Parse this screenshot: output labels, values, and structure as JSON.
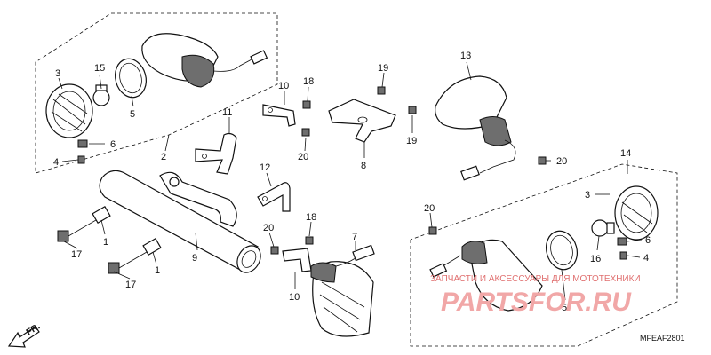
{
  "callouts": [
    {
      "key": "p15",
      "text": "15"
    },
    {
      "key": "p3a",
      "text": "3"
    },
    {
      "key": "p5a",
      "text": "5"
    },
    {
      "key": "p6a",
      "text": "6"
    },
    {
      "key": "p4a",
      "text": "4"
    },
    {
      "key": "p2",
      "text": "2"
    },
    {
      "key": "p10a",
      "text": "10"
    },
    {
      "key": "p18a",
      "text": "18"
    },
    {
      "key": "p11",
      "text": "11"
    },
    {
      "key": "p20a",
      "text": "20"
    },
    {
      "key": "p19a",
      "text": "19"
    },
    {
      "key": "p19b",
      "text": "19"
    },
    {
      "key": "p8",
      "text": "8"
    },
    {
      "key": "p13",
      "text": "13"
    },
    {
      "key": "p20b",
      "text": "20"
    },
    {
      "key": "p14",
      "text": "14"
    },
    {
      "key": "p3b",
      "text": "3"
    },
    {
      "key": "p12",
      "text": "12"
    },
    {
      "key": "p20c",
      "text": "20"
    },
    {
      "key": "p18b",
      "text": "18"
    },
    {
      "key": "p7",
      "text": "7"
    },
    {
      "key": "p10b",
      "text": "10"
    },
    {
      "key": "p9",
      "text": "9"
    },
    {
      "key": "p1a",
      "text": "1"
    },
    {
      "key": "p17a",
      "text": "17"
    },
    {
      "key": "p1b",
      "text": "1"
    },
    {
      "key": "p17b",
      "text": "17"
    },
    {
      "key": "p20d",
      "text": "20"
    },
    {
      "key": "p5b",
      "text": "5"
    },
    {
      "key": "p16",
      "text": "16"
    },
    {
      "key": "p6b",
      "text": "6"
    },
    {
      "key": "p4b",
      "text": "4"
    }
  ],
  "watermark": {
    "line1": "ЗАПЧАСТИ И АКСЕССУАРЫ ДЛЯ МОТОТЕХНИКИ",
    "line2": "PARTSFOR.RU"
  },
  "diagram_code": "MFEAF2801",
  "direction_label": "FR.",
  "colors": {
    "ink": "#111111",
    "shade": "#6e6e6e",
    "watermark": "#e07070"
  }
}
